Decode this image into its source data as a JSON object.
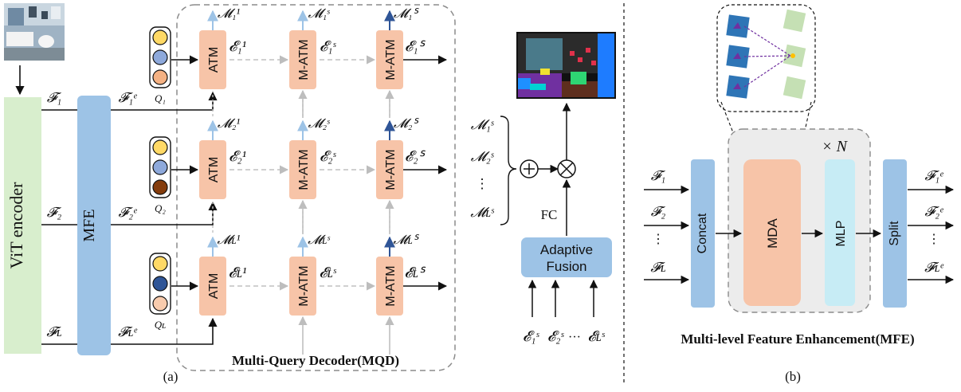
{
  "colors": {
    "atm_fill": "#f7c4a8",
    "blue_box": "#9dc3e6",
    "green_box": "#d8eecd",
    "mlp_fill": "#c7ecf5",
    "arrow": "#111111",
    "dashed_arrow": "#c0c0c0",
    "dark_blue_arrow": "#2f5597",
    "light_blue_arrow": "#9dc3e6",
    "dashed_border": "#8c8c8c",
    "mfe_bg": "#ececec",
    "query_yellow": "#ffd966",
    "query_blue": "#8ea9db",
    "query_peach": "#f4b183",
    "query_brown": "#843c0c",
    "query_navy": "#2f5597",
    "query_lightpeach": "#f8cbad"
  },
  "part_a": {
    "encoder_label": "ViT encoder",
    "mfe_label": "MFE",
    "caption": "(a)",
    "mqd_title": "Multi-Query Decoder(MQD)",
    "rows": [
      {
        "input_feat": "𝓕₁",
        "enhanced_feat": "𝓕₁ᵉ",
        "query_label": "Q₁",
        "query_colors": [
          "query_yellow",
          "query_blue",
          "query_peach"
        ],
        "blocks": [
          {
            "label": "ATM",
            "mask": "𝓜₁¹",
            "embed": "𝓔₁¹"
          },
          {
            "label": "M-ATM",
            "mask": "𝓜₁ˢ",
            "embed": "𝓔₁ˢ"
          },
          {
            "label": "M-ATM",
            "mask": "𝓜₁ᔆ",
            "embed": "𝓔₁ᔆ"
          }
        ]
      },
      {
        "input_feat": "𝓕₂",
        "enhanced_feat": "𝓕₂ᵉ",
        "query_label": "Q₂",
        "query_colors": [
          "query_yellow",
          "query_blue",
          "query_brown"
        ],
        "blocks": [
          {
            "label": "ATM",
            "mask": "𝓜₂¹",
            "embed": "𝓔₂¹"
          },
          {
            "label": "M-ATM",
            "mask": "𝓜₂ˢ",
            "embed": "𝓔₂ˢ"
          },
          {
            "label": "M-ATM",
            "mask": "𝓜₂ᔆ",
            "embed": "𝓔₂ᔆ"
          }
        ]
      },
      {
        "input_feat": "𝓕ʟ",
        "enhanced_feat": "𝓕ʟᵉ",
        "query_label": "Qʟ",
        "query_colors": [
          "query_yellow",
          "query_navy",
          "query_lightpeach"
        ],
        "blocks": [
          {
            "label": "ATM",
            "mask": "𝓜ʟ¹",
            "embed": "𝓔ʟ¹"
          },
          {
            "label": "M-ATM",
            "mask": "𝓜ʟˢ",
            "embed": "𝓔ʟˢ"
          },
          {
            "label": "M-ATM",
            "mask": "𝓜ʟᔆ",
            "embed": "𝓔ʟᔆ"
          }
        ]
      }
    ],
    "fusion": {
      "mask_labels": [
        "𝓜₁ˢ",
        "𝓜₂ˢ",
        "⋮",
        "𝓜ʟˢ"
      ],
      "plus_symbol": "⊕",
      "times_symbol": "⊗",
      "fc_label": "FC",
      "adaptive_label_line1": "Adaptive",
      "adaptive_label_line2": "Fusion",
      "embed_inputs": [
        "𝓔₁ˢ",
        "𝓔₂ˢ",
        "···",
        "𝓔ʟˢ"
      ]
    }
  },
  "part_b": {
    "caption": "(b)",
    "title": "Multi-level Feature Enhancement(MFE)",
    "inputs": [
      "𝓕₁",
      "𝓕₂",
      "⋮",
      "𝓕ʟ"
    ],
    "outputs": [
      "𝓕₁ᵉ",
      "𝓕₂ᵉ",
      "⋮",
      "𝓕ʟᵉ"
    ],
    "concat_label": "Concat",
    "mda_label": "MDA",
    "mlp_label": "MLP",
    "split_label": "Split",
    "repeat_label": "× N"
  }
}
